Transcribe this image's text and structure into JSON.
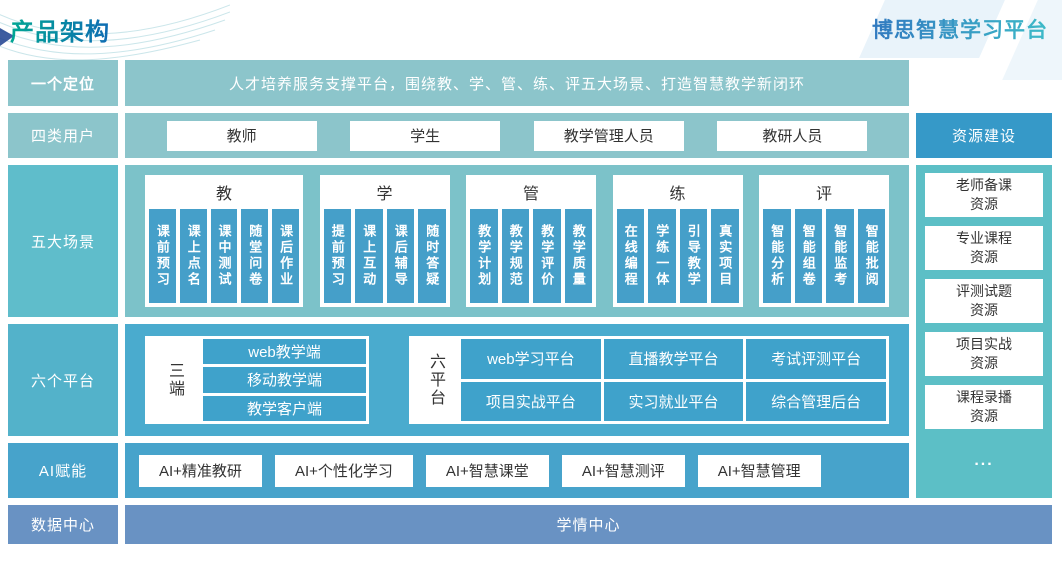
{
  "header": {
    "title": "产品架构",
    "product": "博思智慧学习平台"
  },
  "rows": {
    "positioning": {
      "label": "一个定位",
      "text": "人才培养服务支撑平台，围绕教、学、管、练、评五大场景、打造智慧教学新闭环"
    },
    "users": {
      "label": "四类用户",
      "items": [
        "教师",
        "学生",
        "教学管理人员",
        "教研人员"
      ]
    },
    "scenes": {
      "label": "五大场景",
      "groups": [
        {
          "title": "教",
          "items": [
            "课前预习",
            "课上点名",
            "课中测试",
            "随堂问卷",
            "课后作业"
          ]
        },
        {
          "title": "学",
          "items": [
            "提前预习",
            "课上互动",
            "课后辅导",
            "随时答疑"
          ]
        },
        {
          "title": "管",
          "items": [
            "教学计划",
            "教学规范",
            "教学评价",
            "教学质量"
          ]
        },
        {
          "title": "练",
          "items": [
            "在线编程",
            "学练一体",
            "引导教学",
            "真实项目"
          ]
        },
        {
          "title": "评",
          "items": [
            "智能分析",
            "智能组卷",
            "智能监考",
            "智能批阅"
          ]
        }
      ]
    },
    "platforms": {
      "label": "六个平台",
      "terminals": {
        "title": "三端",
        "items": [
          "web教学端",
          "移动教学端",
          "教学客户端"
        ]
      },
      "six": {
        "title": "六平台",
        "items": [
          "web学习平台",
          "直播教学平台",
          "考试评测平台",
          "项目实战平台",
          "实习就业平台",
          "综合管理后台"
        ]
      }
    },
    "ai": {
      "label": "AI赋能",
      "items": [
        "AI+精准教研",
        "AI+个性化学习",
        "AI+智慧课堂",
        "AI+智慧测评",
        "AI+智慧管理"
      ]
    },
    "data": {
      "label": "数据中心",
      "text": "学情中心"
    }
  },
  "sidebar": {
    "title": "资源建设",
    "items": [
      "老师备课\n资源",
      "专业课程\n资源",
      "评测试题\n资源",
      "项目实战\n资源",
      "课程录播\n资源"
    ],
    "more": "..."
  },
  "colors": {
    "title_gradient_start": "#00a693",
    "title_gradient_end": "#0f6cb4",
    "product_gradient_start": "#3179c0",
    "product_gradient_end": "#3dbac8",
    "row_light_teal": "#8cc5cb",
    "scene_label_teal": "#5fbdcb",
    "scene_bg_teal": "#7cc2c9",
    "scene_box_blue": "#459fc9",
    "platform_label_teal": "#53b2ca",
    "platform_bg_blue": "#4aabce",
    "platform_box_blue": "#3fa2cb",
    "ai_blue": "#47a3cb",
    "data_steel_blue": "#6992c3",
    "sidebar_header_blue": "#3699c8",
    "sidebar_panel_teal": "#5cbfc6",
    "box_text_dark": "#333333"
  }
}
